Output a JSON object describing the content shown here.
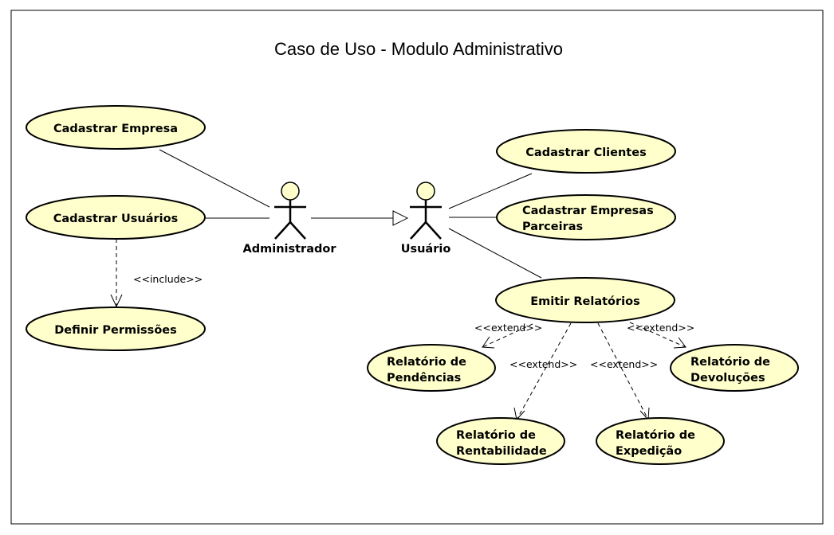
{
  "diagram": {
    "title": "Caso de Uso - Modulo Administrativo",
    "actors": {
      "administrador": "Administrador",
      "usuario": "Usuário"
    },
    "use_cases": {
      "cadastrar_empresa": [
        "Cadastrar Empresa"
      ],
      "cadastrar_usuarios": [
        "Cadastrar Usuários"
      ],
      "definir_permissoes": [
        "Definir Permissões"
      ],
      "cadastrar_clientes": [
        "Cadastrar Clientes"
      ],
      "cadastrar_empresas_parceiras": [
        "Cadastrar Empresas",
        "Parceiras"
      ],
      "emitir_relatorios": [
        "Emitir Relatórios"
      ],
      "relatorio_pendencias": [
        "Relatório de",
        "Pendências"
      ],
      "relatorio_devolucoes": [
        "Relatório de",
        "Devoluções"
      ],
      "relatorio_rentabilidade": [
        "Relatório de",
        "Rentabilidade"
      ],
      "relatorio_expedicao": [
        "Relatório de",
        "Expedição"
      ]
    },
    "stereotypes": {
      "include": "<<include>>",
      "extend_pendencias": "<<extend>>",
      "extend_devolucoes": "<<extend>>",
      "extend_rentabilidade": "<<extend>>",
      "extend_expedicao": "<<extend>>"
    },
    "colors": {
      "use_case_fill": "#ffffcc",
      "stroke": "#000000",
      "background": "#ffffff"
    }
  }
}
